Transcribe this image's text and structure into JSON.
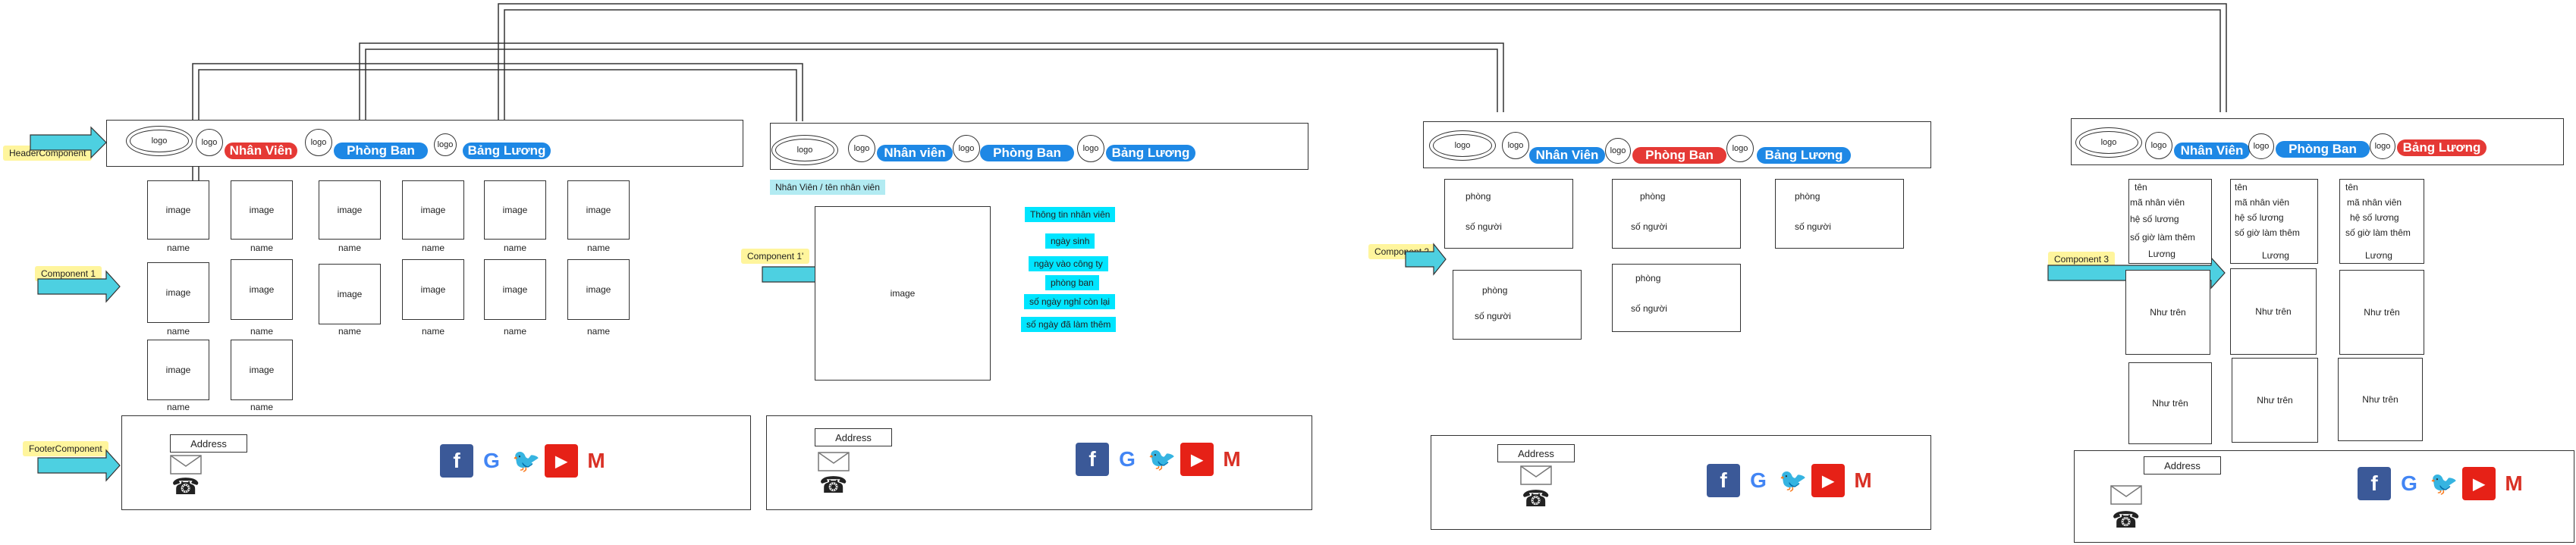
{
  "labels": {
    "header_component": "HeaderComponent",
    "component1": "Component 1",
    "component1b": "Component 1'",
    "component2": "Component 2",
    "component3": "Component 3",
    "footer_component": "FooterComponent"
  },
  "header": {
    "logo": "logo",
    "nav1": "Nhân Viên",
    "nav1b": "Nhân viên",
    "nav2": "Phòng Ban",
    "nav3": "Bảng Lương"
  },
  "grid": {
    "image": "image",
    "name": "name"
  },
  "detail": {
    "breadcrumb": "Nhân Viên / tên nhân viên",
    "image": "image",
    "fields": [
      "Thông tin nhân viên",
      "ngày sinh",
      "ngày vào công ty",
      "phòng ban",
      "số ngày nghỉ còn lại",
      "số ngày đã làm thêm"
    ]
  },
  "dept": {
    "room": "phòng",
    "people": "số người"
  },
  "salary": {
    "fields": [
      "tên",
      "mã nhân viên",
      "hệ số lương",
      "số giờ làm thêm",
      "Lương"
    ],
    "same": "Như trên"
  },
  "footer": {
    "address": "Address"
  },
  "colors": {
    "blue": "#1e88e5",
    "red": "#e53935",
    "cyan": "#00e5ff",
    "yellow": "#fff59d"
  }
}
